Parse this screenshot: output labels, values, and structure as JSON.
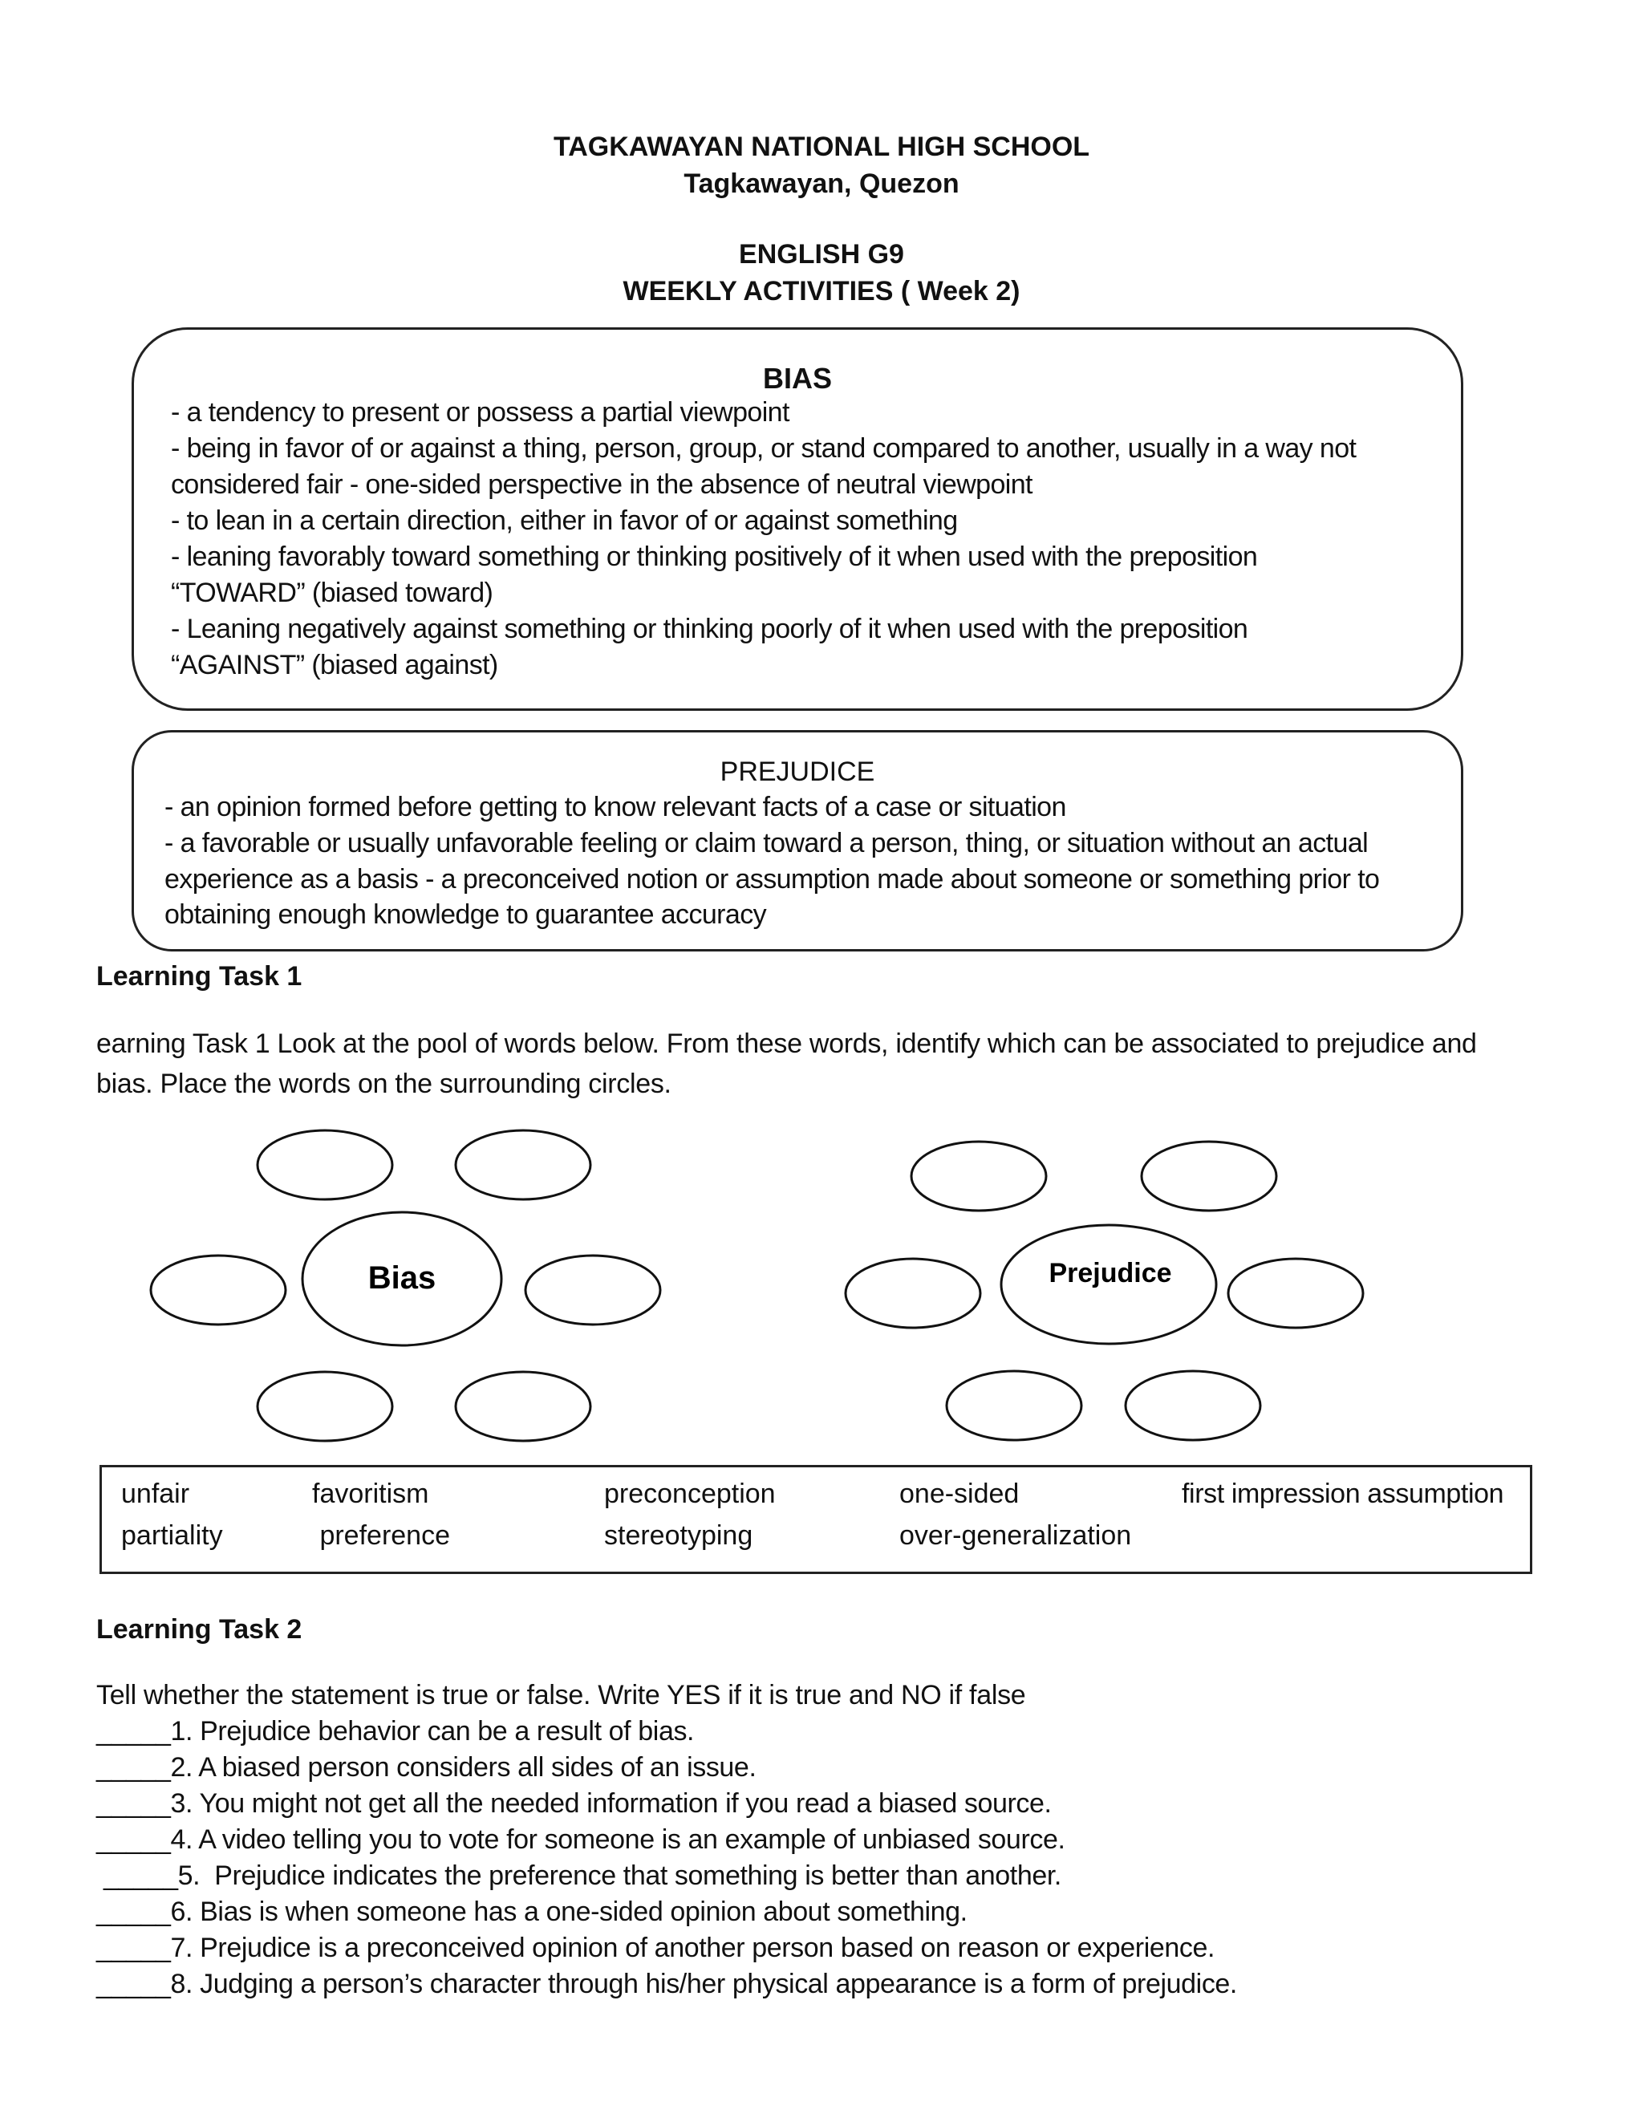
{
  "header": {
    "school": "TAGKAWAYAN NATIONAL HIGH SCHOOL",
    "location": "Tagkawayan, Quezon",
    "subject": "ENGLISH   G9",
    "activity": "WEEKLY ACTIVITIES ( Week 2)"
  },
  "bias_box": {
    "title": "BIAS",
    "lines": [
      "- a tendency to present or possess a partial viewpoint",
      " - being in favor of or against a thing, person, group, or stand compared to another, usually in a way not",
      "considered fair - one-sided perspective in the absence of neutral viewpoint",
      " - to lean in a  certain direction, either in favor of or against something",
      " - leaning favorably toward something or thinking positively of it when used with the preposition",
      "“TOWARD” (biased toward)",
      " - Leaning negatively against something or thinking poorly of it when used with the preposition",
      "“AGAINST” (biased against)"
    ]
  },
  "prejudice_box": {
    "title": "PREJUDICE",
    "lines": [
      " - an opinion formed before getting to know relevant facts of a case or situation",
      " - a favorable or usually unfavorable feeling or claim toward a person, thing, or situation without an actual",
      "experience as a basis - a preconceived notion or assumption made about someone or something prior to",
      "obtaining enough knowledge to guarantee accuracy"
    ]
  },
  "task1": {
    "heading": "Learning Task 1",
    "instructions": [
      "earning Task 1 Look at the pool of words below. From these words, identify which can be  associated to prejudice and",
      "bias. Place the words on the surrounding circles."
    ],
    "bias_label": "Bias",
    "prejudice_label": "Prejudice",
    "words": {
      "row1": [
        "unfair",
        "favoritism",
        "preconception",
        "one-sided",
        "first impression assumption"
      ],
      "row2": [
        "partiality",
        " preference",
        "stereotyping",
        "over-generalization"
      ]
    }
  },
  "task2": {
    "heading": "Learning Task 2",
    "instruction": "Tell whether the statement is true or false. Write YES if it is true and NO if false",
    "items": [
      "_____1.  Prejudice behavior can be a result of bias.",
      "_____2.  A biased person considers all sides of an issue.",
      "_____3.  You might not get all the needed information if you read a biased source.",
      "_____4.  A video telling you to vote for someone is an example of unbiased source.",
      " _____5.  Prejudice indicates the preference that something is better than another.",
      "_____6.  Bias is when someone has a one-sided opinion about something.",
      "_____7.  Prejudice is a preconceived opinion of another person based on reason or experience.",
      "_____8.  Judging a person’s character through his/her physical appearance is a form of prejudice."
    ]
  }
}
